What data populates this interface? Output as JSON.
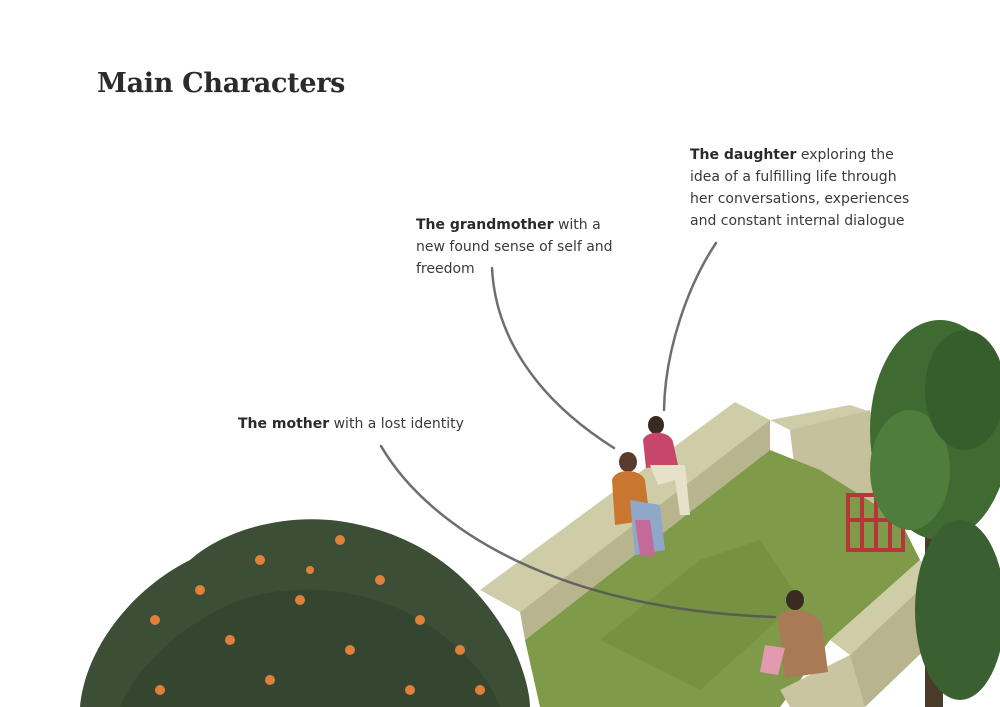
{
  "title": "Main Characters",
  "characters": [
    {
      "name": "The daughter",
      "description": "exploring the idea of a fulfilling life through her conversations, experiences and constant internal dialogue"
    },
    {
      "name": "The grandmother",
      "description": "with a new found sense of self and freedom"
    },
    {
      "name": "The mother",
      "description": "with a lost identity"
    }
  ],
  "colors": {
    "text": "#3a3a3a",
    "wall": "#c9c7a3",
    "grass": "#7f9a49",
    "bush": "#3c4e35",
    "orange": "#e0803a",
    "tree": "#3f6b33",
    "gate": "#b5373a"
  }
}
